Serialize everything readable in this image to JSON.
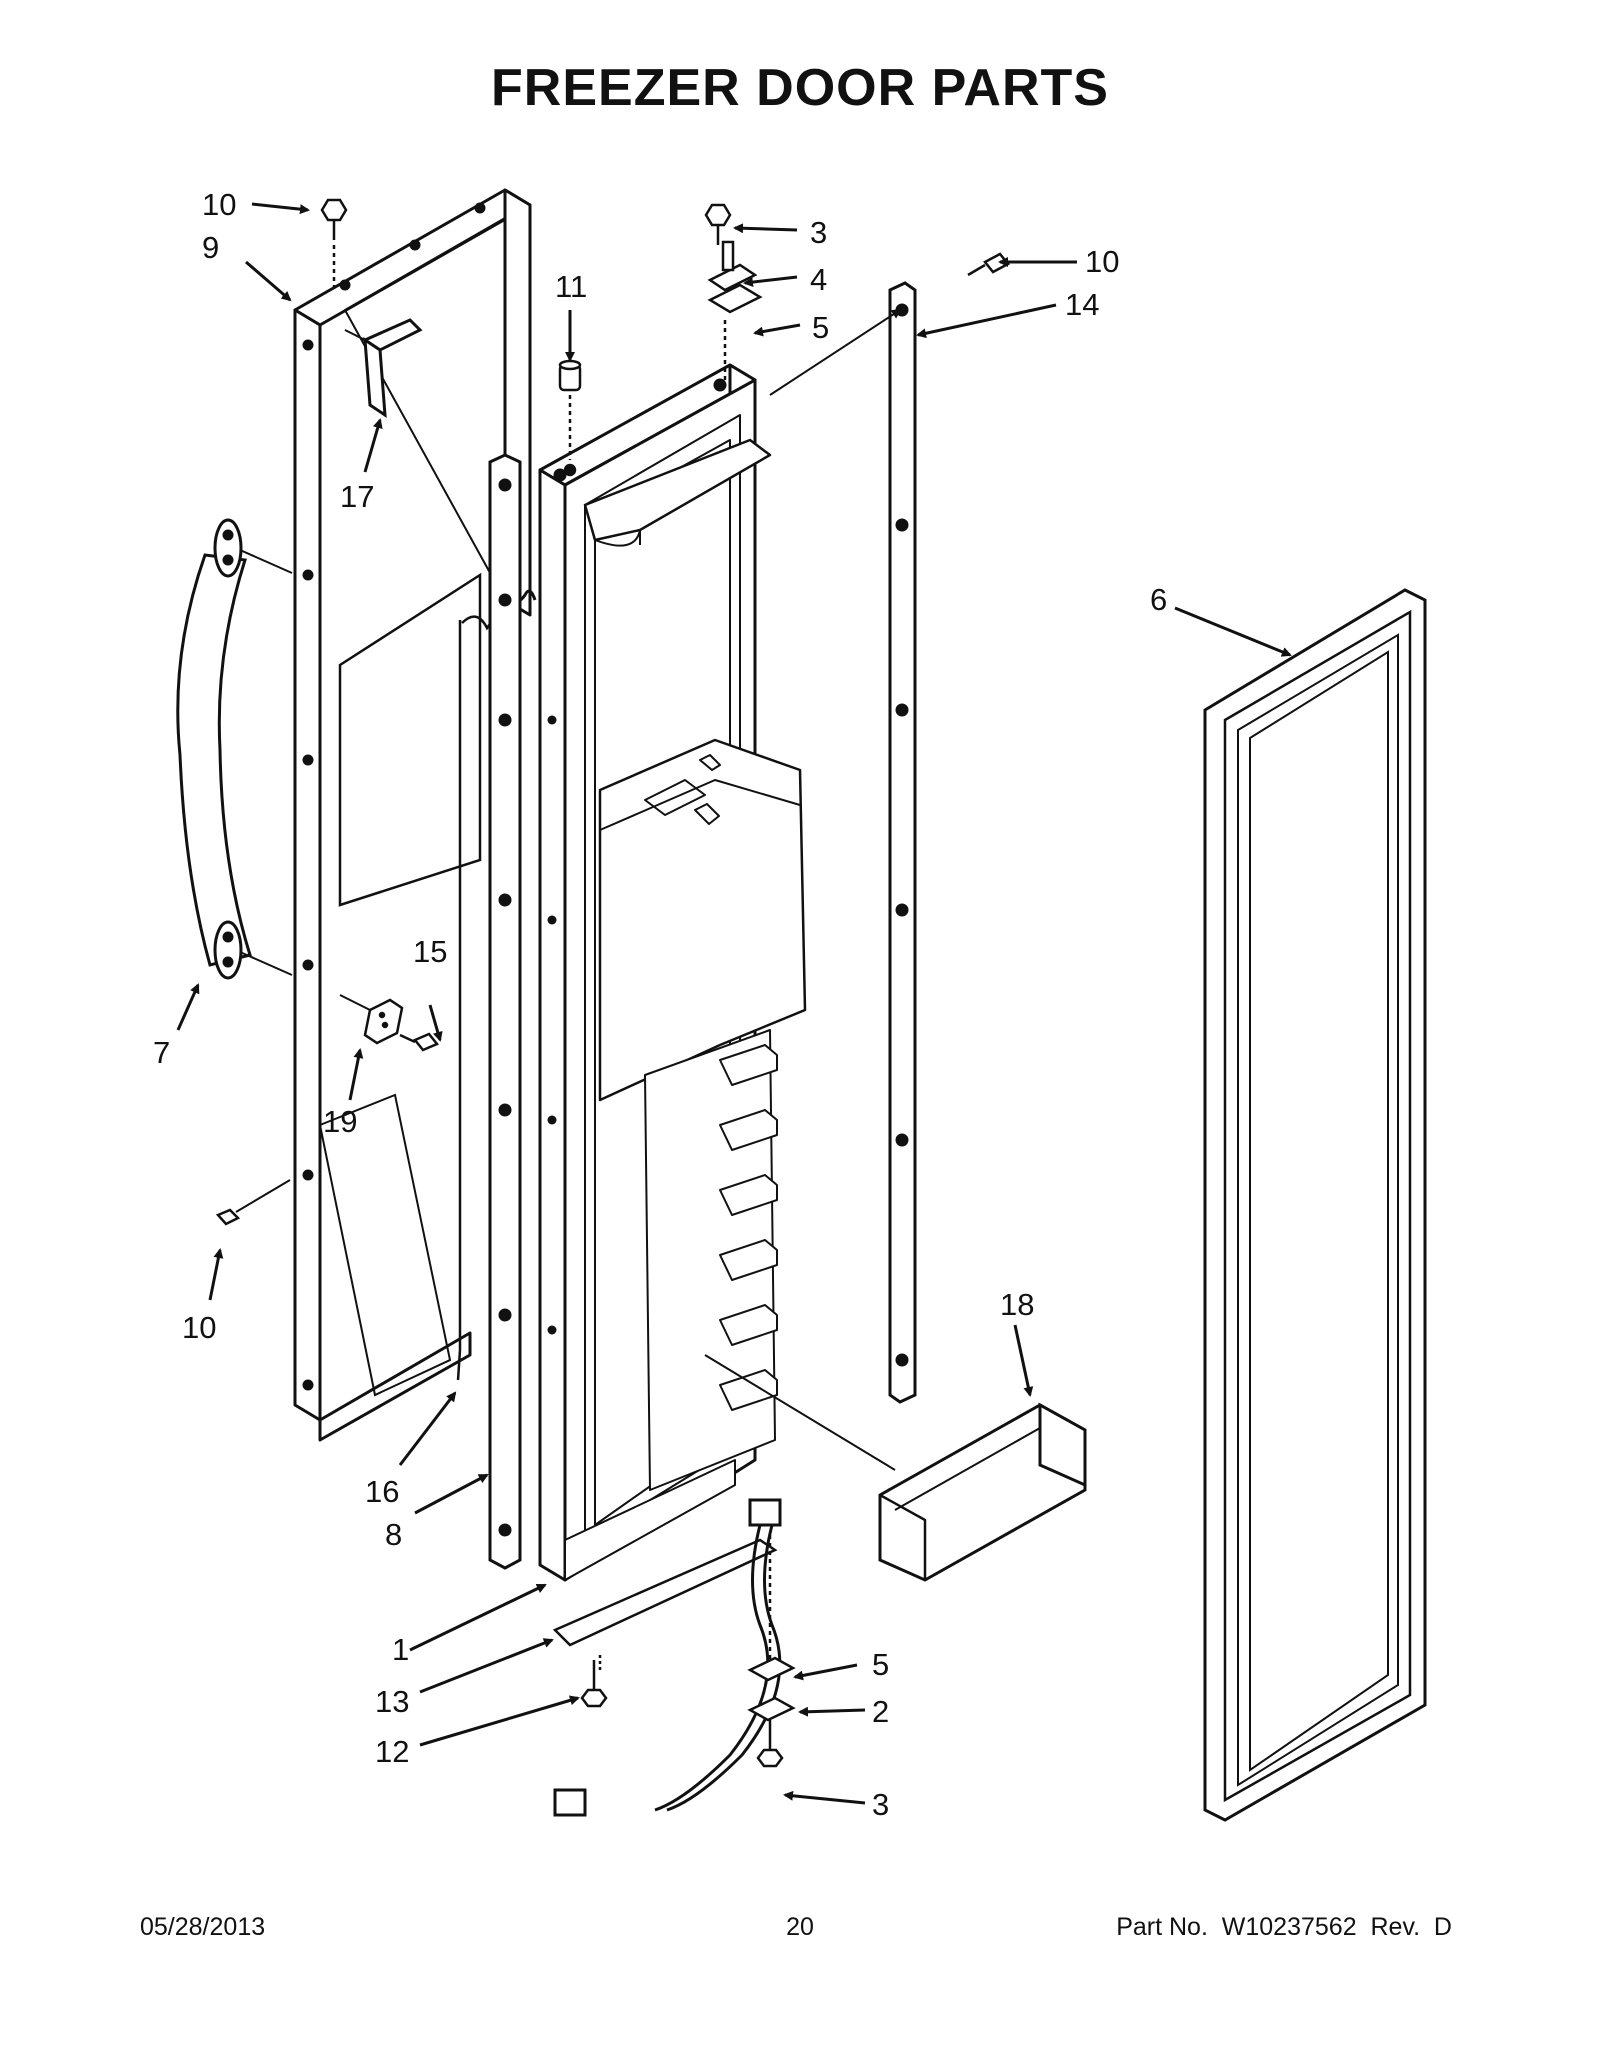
{
  "title": "FREEZER DOOR PARTS",
  "callouts": {
    "c10a": "10",
    "c9": "9",
    "c17": "17",
    "c7": "7",
    "c15": "15",
    "c19": "19",
    "c10b": "10",
    "c16": "16",
    "c8": "8",
    "c11": "11",
    "c3a": "3",
    "c4": "4",
    "c5a": "5",
    "c10c": "10",
    "c14": "14",
    "c6": "6",
    "c18": "18",
    "c1": "1",
    "c13": "13",
    "c12": "12",
    "c5b": "5",
    "c2": "2",
    "c3b": "3"
  },
  "footer": {
    "date": "05/28/2013",
    "page": "20",
    "part_number": "Part No.  W10237562  Rev.  D"
  }
}
